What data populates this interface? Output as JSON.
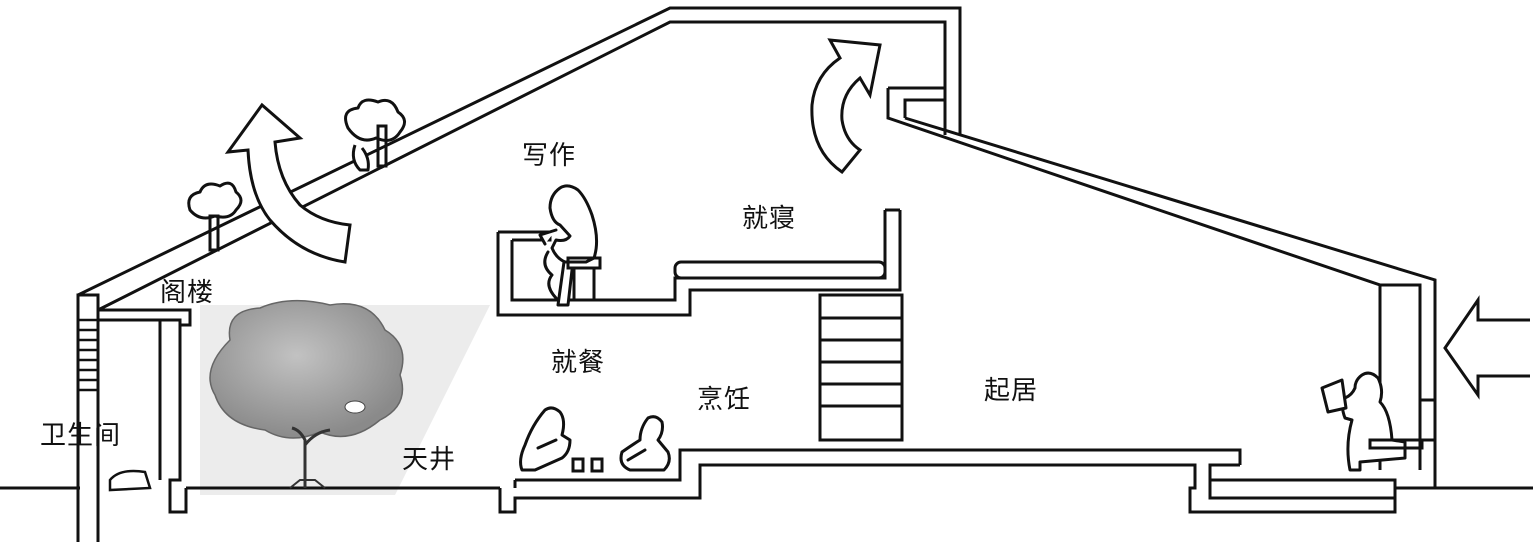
{
  "labels": {
    "attic": "阁楼",
    "bathroom": "卫生间",
    "writing": "写作",
    "sleeping": "就寝",
    "dining": "就餐",
    "cooking": "烹饪",
    "living": "起居",
    "courtyard": "天井"
  },
  "colors": {
    "line": "#111111",
    "courtyard_shade": "#eeeeee",
    "tree_canopy": "#9a9a9a",
    "background": "#ffffff"
  }
}
